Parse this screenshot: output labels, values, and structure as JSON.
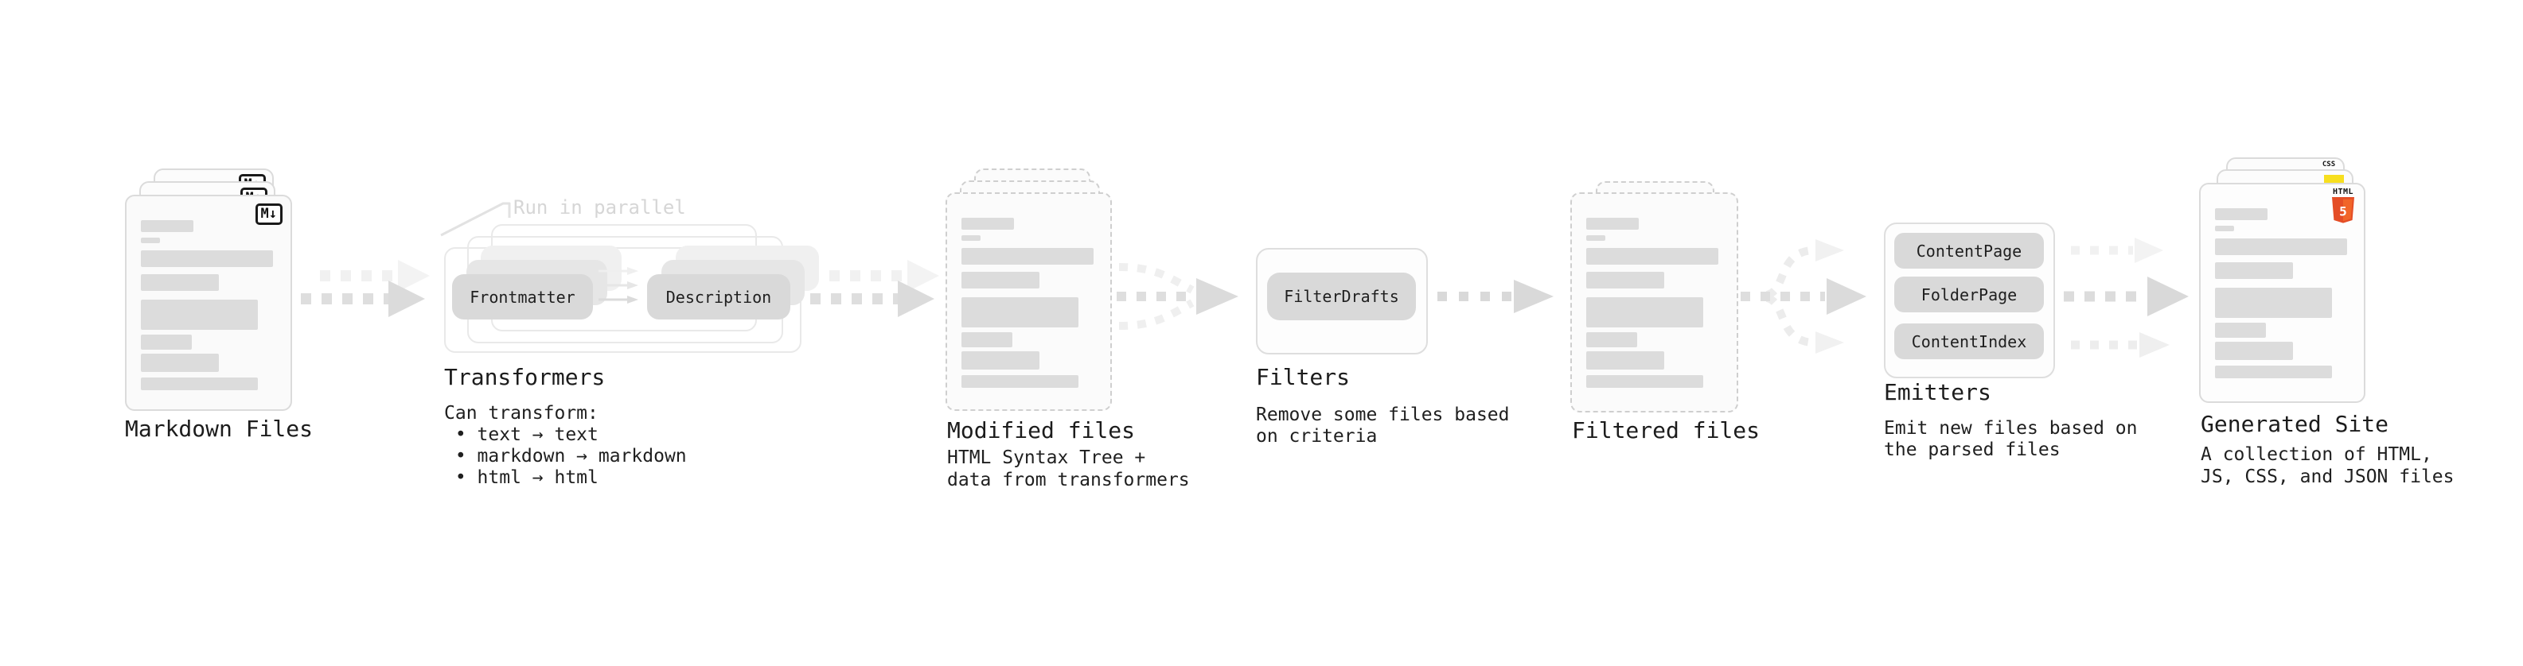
{
  "annotation": {
    "run_in_parallel": "Run in parallel"
  },
  "stages": {
    "markdown_files": {
      "label": "Markdown Files",
      "badge": "M↓"
    },
    "transformers": {
      "label": "Transformers",
      "description": "Can transform:\n • text → text\n • markdown → markdown\n • html → html",
      "pills": [
        "Frontmatter",
        "Description"
      ]
    },
    "modified_files": {
      "label": "Modified files",
      "description": "HTML Syntax Tree +\ndata from transformers"
    },
    "filters": {
      "label": "Filters",
      "description": "Remove some files based\non criteria",
      "pill": "FilterDrafts"
    },
    "filtered_files": {
      "label": "Filtered files"
    },
    "emitters": {
      "label": "Emitters",
      "description": "Emit new files based on\nthe parsed files",
      "pills": [
        "ContentPage",
        "FolderPage",
        "ContentIndex"
      ]
    },
    "generated_site": {
      "label": "Generated Site",
      "description": "A collection of HTML,\nJS, CSS, and JSON files",
      "badges": {
        "css_label": "CSS",
        "html_label": "HTML",
        "html5_number": "5"
      }
    }
  },
  "colors": {
    "text": "#1c1c1c",
    "card_border": "#dbdbdb",
    "dashed_border": "#cfcfcf",
    "placeholder_bar": "#dcdcdc",
    "pill": "#d9d9d9",
    "arrow": "#d9d9d9",
    "arrow_light": "#f0f0f0",
    "annotation_muted": "#d6d6d6",
    "html5_orange": "#e44d26",
    "html5_orange_light": "#f16529",
    "js_yellow": "#f7df1e",
    "css_blue": "#2e67e8"
  }
}
